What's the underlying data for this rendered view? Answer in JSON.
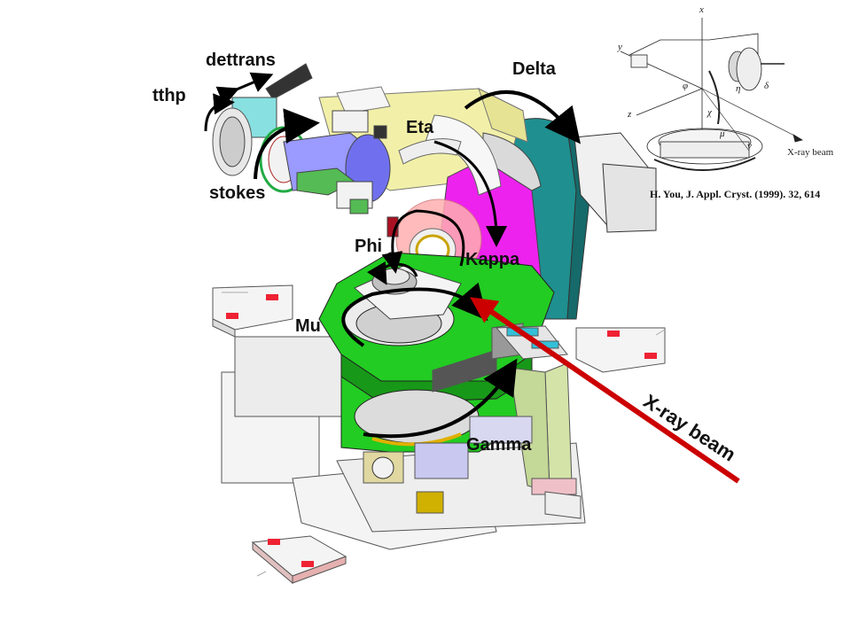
{
  "labels": {
    "dettrans": "dettrans",
    "tthp": "tthp",
    "stokes": "stokes",
    "delta": "Delta",
    "eta": "Eta",
    "phi": "Phi",
    "kappa": "Kappa",
    "mu": "Mu",
    "gamma": "Gamma",
    "xray_beam": "X-ray beam"
  },
  "reference": {
    "citation": "H. You, J. Appl. Cryst. (1999). 32, 614",
    "beam_label": "X-ray beam",
    "axis_x": "x",
    "axis_y": "y",
    "axis_z": "z",
    "axis_v": "v",
    "angle_phi": "φ",
    "angle_chi": "χ",
    "angle_mu": "μ",
    "angle_eta": "η",
    "angle_delta": "δ"
  },
  "colors": {
    "mu_stage": "#22cc22",
    "kappa_arm": "#ee22ee",
    "delta_arm": "#1f8f8f",
    "eta_frame": "#f2f0a8",
    "beam_arrow": "#cc0000",
    "detector_blue": "#8080ff"
  }
}
